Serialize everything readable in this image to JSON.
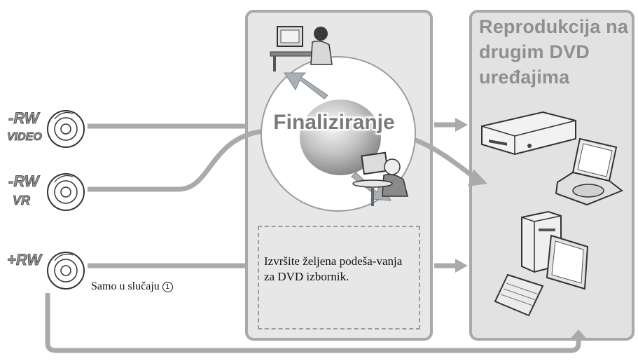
{
  "panels": {
    "middle": {
      "center_label": "Finaliziranje",
      "menu_text": "Izvršite željena podeša-vanja za DVD izbornik."
    },
    "right": {
      "title": "Reprodukcija na drugim DVD uređajima"
    }
  },
  "discs": [
    {
      "name": "DVD-RW VIDEO",
      "label_top": "-RW",
      "label_bottom": "VIDEO"
    },
    {
      "name": "DVD-RW VR",
      "label_top": "-RW",
      "label_bottom": "VR"
    },
    {
      "name": "DVD+RW",
      "label_top": "+RW",
      "label_bottom": ""
    }
  ],
  "note": {
    "text": "Samo u slučaju",
    "circled_number": "1"
  },
  "devices": [
    "dvd-player",
    "portable-dvd-player",
    "desktop-computer"
  ],
  "colors": {
    "line": "#aaaaaa",
    "panel_mid": "#e7e7e7",
    "panel_right": "#e2e2e2",
    "border": "#a9a9a9",
    "title_text": "#8f8f8f"
  }
}
